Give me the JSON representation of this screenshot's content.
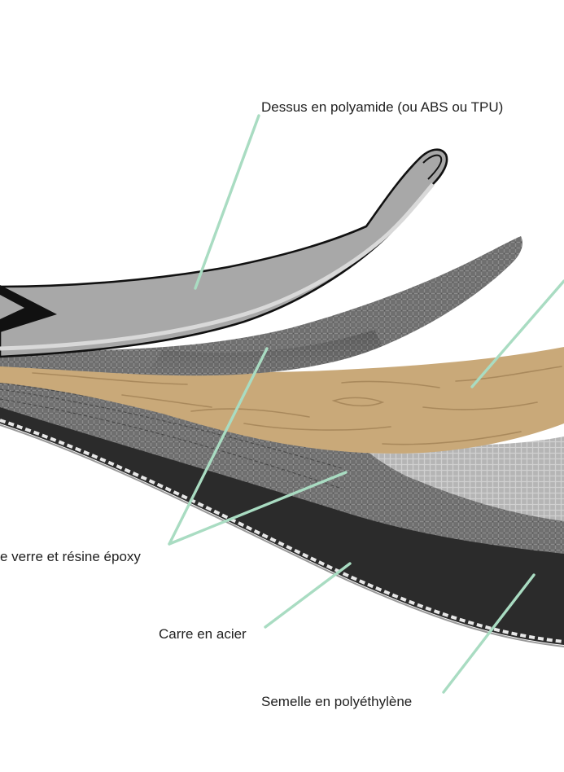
{
  "labels": {
    "top_layer": "Dessus en polyamide (ou ABS ou TPU)",
    "fiberglass": "e verre et résine époxy",
    "steel_edge": "Carre en acier",
    "base": "Semelle en polyéthylène"
  },
  "colors": {
    "leader_line": "#a9dcc2",
    "top_sheet": "#a8a8a8",
    "wood_core": "#c9a979",
    "fiberglass_mesh": "#6f6f6f",
    "base": "#2b2b2b",
    "outline": "#111111"
  }
}
